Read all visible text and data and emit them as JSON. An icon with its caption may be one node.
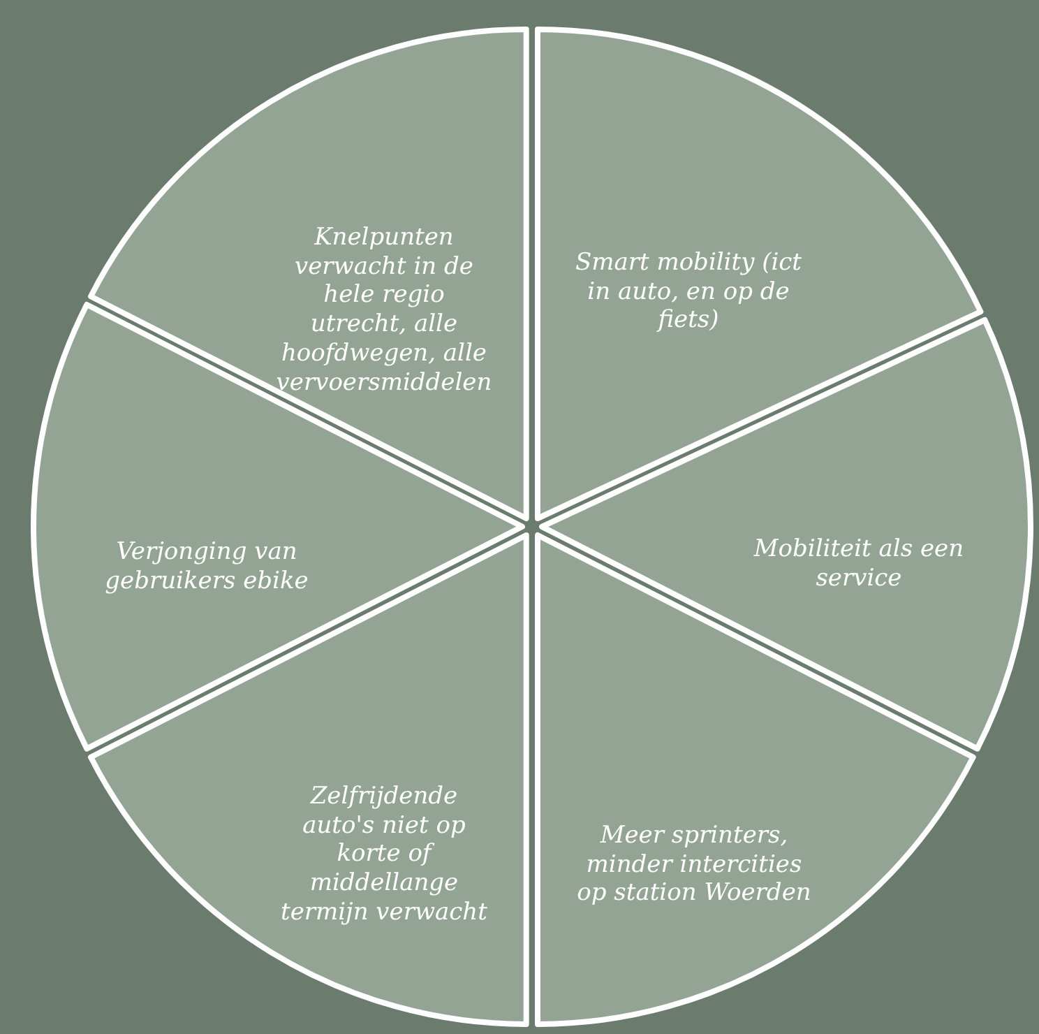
{
  "diagram": {
    "nodes": [
      {
        "text": [
          "Knelpunten verwacht in de hele regio utrecht, alle hoofdwegen, alle vervoersmiddelen"
        ]
      },
      {
        "text": [
          "Smart mobility (ict in auto, en op de fiets)"
        ]
      },
      {
        "text": [
          "Verjonging van gebruikers ebike"
        ]
      },
      {
        "text": [
          "Mobiliteit als een service"
        ]
      },
      {
        "text": [
          "Zelfrijdende auto's niet op korte of middellange termijn verwacht"
        ]
      },
      {
        "text": [
          "Meer sprinters, minder intercities op station Woerden"
        ]
      }
    ]
  }
}
